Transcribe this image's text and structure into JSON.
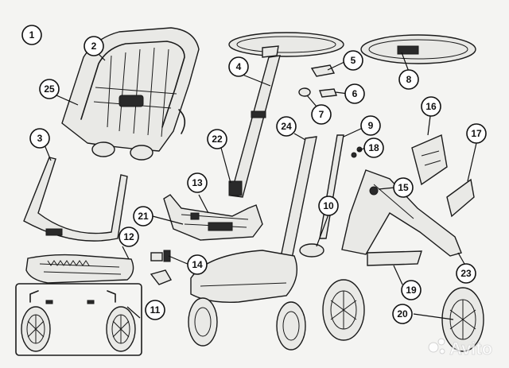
{
  "callouts": [
    "1",
    "2",
    "3",
    "4",
    "5",
    "6",
    "7",
    "8",
    "9",
    "10",
    "11",
    "12",
    "13",
    "14",
    "15",
    "16",
    "17",
    "18",
    "19",
    "20",
    "21",
    "22",
    "23",
    "24",
    "25"
  ],
  "watermark": "Avito"
}
